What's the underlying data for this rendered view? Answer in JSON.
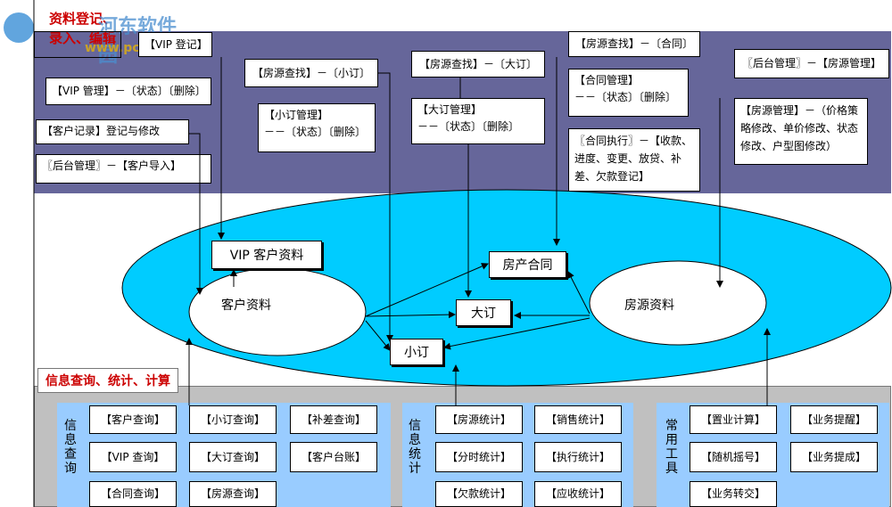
{
  "watermark": {
    "title_line1": "资料登记、",
    "title_line2": "录入、编辑",
    "brand": "河东软件园",
    "url": "www.pc0359.cn"
  },
  "top_boxes": {
    "vip_register": "【VIP 登记】",
    "vip_manage": "【VIP 管理】－〔状态〕〔删除〕",
    "customer_record": "【客户记录】登记与修改",
    "backend_import": "〖后台管理〗－【客户导入】",
    "house_search_small": "【房源查找】－〔小订〕",
    "small_order_manage": "【小订管理】\n－－〔状态〕〔删除〕",
    "house_search_big": "【房源查找】－〔大订〕",
    "big_order_manage": "【大订管理】\n－－〔状态〕〔删除〕",
    "house_search_contract": "【房源查找】－〔合同〕",
    "contract_manage": "【合同管理】\n－－〔状态〕〔删除〕",
    "contract_exec": "〖合同执行〗－【收款、进度、变更、放贷、补差、欠款登记】",
    "backend_house": "〖后台管理〗－【房源管理】",
    "house_manage": "【房源管理】－（价格策略修改、单价修改、状态修改、户型图修改）"
  },
  "center": {
    "vip_customer": "VIP 客户资料",
    "customer_data": "客户资料",
    "property_contract": "房产合同",
    "big_order": "大订",
    "small_order": "小订",
    "house_data": "房源资料"
  },
  "bottom": {
    "section_label": "信息查询、统计、计算",
    "query_title": "信息查询",
    "query_items": [
      "【客户查询】",
      "【小订查询】",
      "【补差查询】",
      "【VIP 查询】",
      "【大订查询】",
      "【客户台账】",
      "【合同查询】",
      "【房源查询】"
    ],
    "stats_title": "信息统计",
    "stats_items": [
      "【房源统计】",
      "【销售统计】",
      "【分时统计】",
      "【执行统计】",
      "【欠款统计】",
      "【应收统计】"
    ],
    "tools_title": "常用工具",
    "tools_items": [
      "【置业计算】",
      "【业务提醒】",
      "【随机摇号】",
      "【业务提成】",
      "【业务转交】"
    ]
  },
  "colors": {
    "purple": "#66669a",
    "cyan": "#00ccff",
    "light_blue": "#99ccff",
    "gray": "#c0c0c0",
    "red_label": "#cc0000"
  }
}
